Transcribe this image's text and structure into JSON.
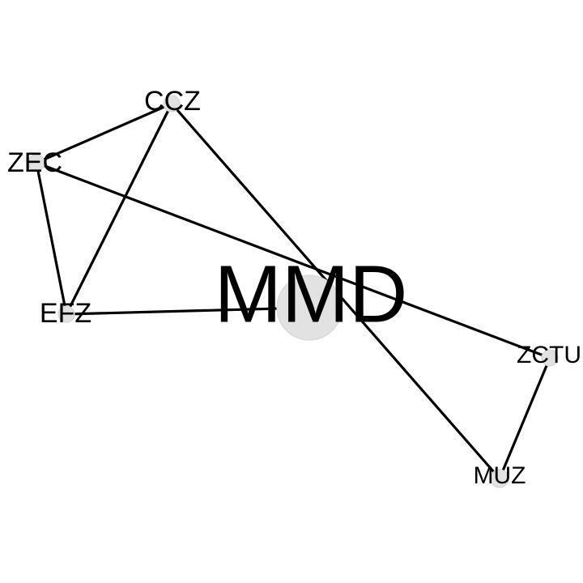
{
  "graph": {
    "nodes": [
      {
        "id": "MMD",
        "label": "MMD"
      },
      {
        "id": "CCZ",
        "label": "CCZ"
      },
      {
        "id": "ZEC",
        "label": "ZEC"
      },
      {
        "id": "EFZ",
        "label": "EFZ"
      },
      {
        "id": "ZCTU",
        "label": "ZCTU"
      },
      {
        "id": "MUZ",
        "label": "MUZ"
      }
    ],
    "edges": [
      {
        "source": "CCZ",
        "target": "ZEC"
      },
      {
        "source": "CCZ",
        "target": "EFZ"
      },
      {
        "source": "CCZ",
        "target": "MUZ"
      },
      {
        "source": "ZEC",
        "target": "EFZ"
      },
      {
        "source": "ZEC",
        "target": "ZCTU"
      },
      {
        "source": "EFZ",
        "target": "MMD"
      },
      {
        "source": "ZCTU",
        "target": "MUZ"
      }
    ],
    "colors": {
      "edge": "#000000",
      "node_fill": "#e2e2e2",
      "label": "#000000"
    }
  }
}
